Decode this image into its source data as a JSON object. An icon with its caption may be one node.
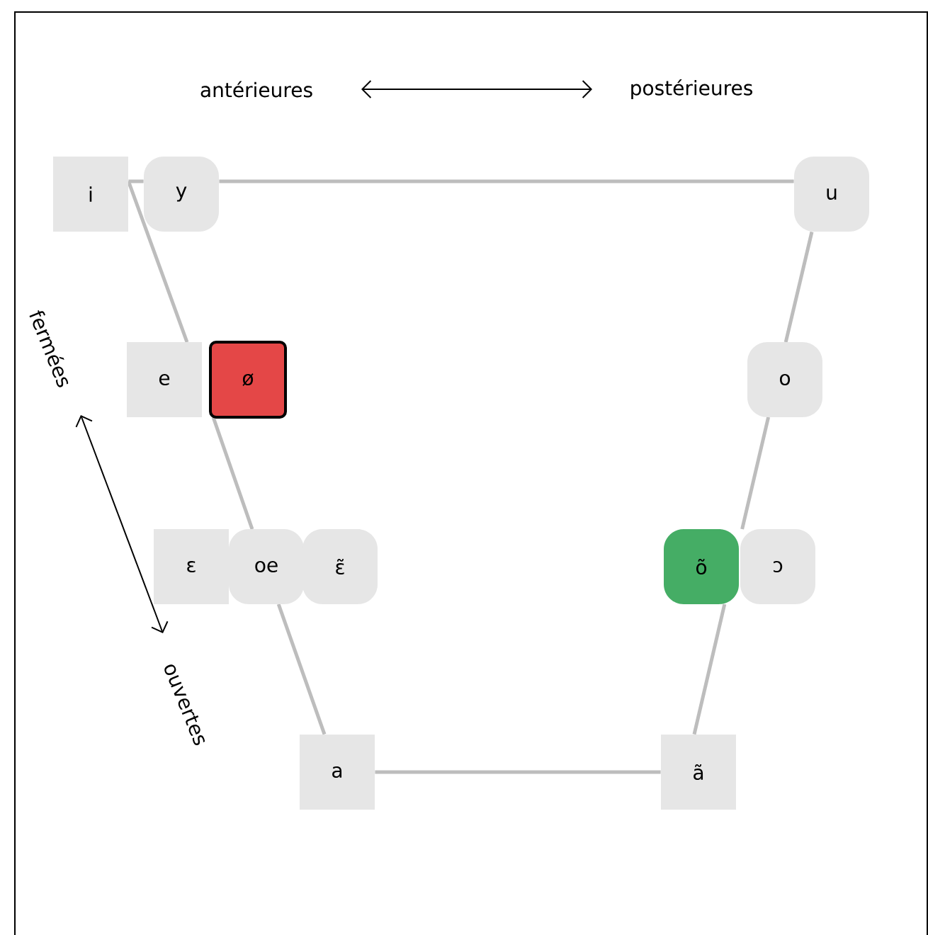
{
  "diagram": {
    "nodes": [
      {
        "text": [
          "i"
        ]
      },
      {
        "text": [
          "y"
        ]
      },
      {
        "text": [
          "u"
        ]
      },
      {
        "text": [
          "e"
        ]
      },
      {
        "text": [
          "ø"
        ]
      },
      {
        "text": [
          "o"
        ]
      },
      {
        "text": [
          "ɛ"
        ]
      },
      {
        "text": [
          "oe"
        ]
      },
      {
        "text": [
          "ɛ̃"
        ]
      },
      {
        "text": [
          "õ"
        ]
      },
      {
        "text": [
          "ɔ"
        ]
      },
      {
        "text": [
          "a"
        ]
      },
      {
        "text": [
          "ã"
        ]
      }
    ],
    "edges": [
      {
        "from": 0,
        "to": 1,
        "arrow": "none"
      },
      {
        "from": 1,
        "to": 2,
        "arrow": "none"
      },
      {
        "from": 0,
        "to": 3,
        "arrow": "none"
      },
      {
        "from": 3,
        "to": 7,
        "arrow": "none"
      },
      {
        "from": 7,
        "to": 11,
        "arrow": "none"
      },
      {
        "from": 2,
        "to": 5,
        "arrow": "none"
      },
      {
        "from": 5,
        "to": 9,
        "arrow": "none"
      },
      {
        "from": 9,
        "to": 12,
        "arrow": "none"
      },
      {
        "from": 11,
        "to": 12,
        "arrow": "none"
      }
    ],
    "labels": [
      "antérieures",
      "postérieures",
      "fermées",
      "ouvertes"
    ]
  }
}
